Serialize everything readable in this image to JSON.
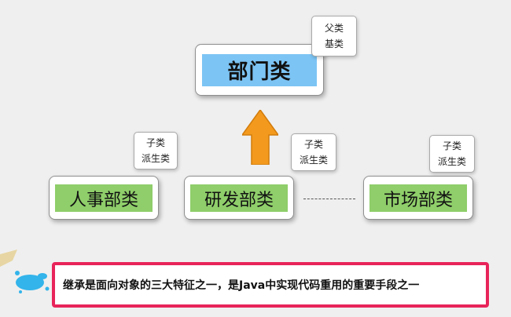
{
  "diagram": {
    "parent": {
      "label": "部门类",
      "note": {
        "line1": "父类",
        "line2": "基类"
      }
    },
    "children": [
      {
        "label": "人事部类",
        "note": {
          "line1": "子类",
          "line2": "派生类"
        }
      },
      {
        "label": "研发部类",
        "note": {
          "line1": "子类",
          "line2": "派生类"
        }
      },
      {
        "label": "市场部类",
        "note": {
          "line1": "子类",
          "line2": "派生类"
        }
      }
    ],
    "caption": "继承是面向对象的三大特征之一，是Java中实现代码重用的重要手段之一",
    "colors": {
      "parent_fill": "#7cc4f4",
      "child_fill": "#8fce6a",
      "arrow_fill": "#f39a1e",
      "caption_border": "#e8245a"
    }
  }
}
